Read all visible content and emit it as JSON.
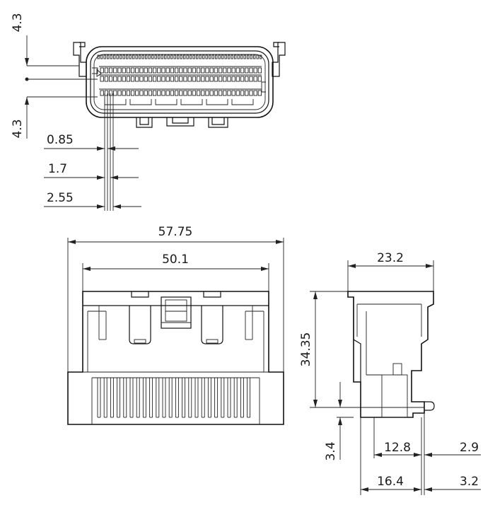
{
  "drawing": {
    "front_view": {
      "pitch_top": "4.3",
      "pitch_bottom": "4.3",
      "pin_offset_1": "0.85",
      "pin_offset_2": "1.7",
      "pin_offset_3": "2.55"
    },
    "bottom_view": {
      "overall_width": "57.75",
      "inner_width": "50.1"
    },
    "side_view": {
      "depth": "23.2",
      "height": "34.35",
      "standoff": "3.4",
      "dim_12_8": "12.8",
      "dim_2_9": "2.9",
      "dim_16_4": "16.4",
      "dim_3_2": "3.2"
    }
  }
}
